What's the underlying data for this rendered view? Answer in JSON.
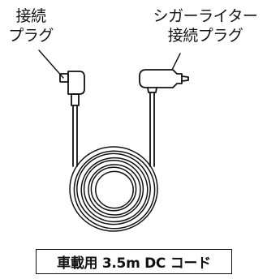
{
  "labels": {
    "left_plug": [
      "接続",
      "プラグ"
    ],
    "right_plug": [
      "シガーライター",
      "接続プラグ"
    ]
  },
  "caption": "車載用 3.5m DC コード",
  "colors": {
    "line": "#111111",
    "background": "#ffffff"
  },
  "coil_turns": 8
}
